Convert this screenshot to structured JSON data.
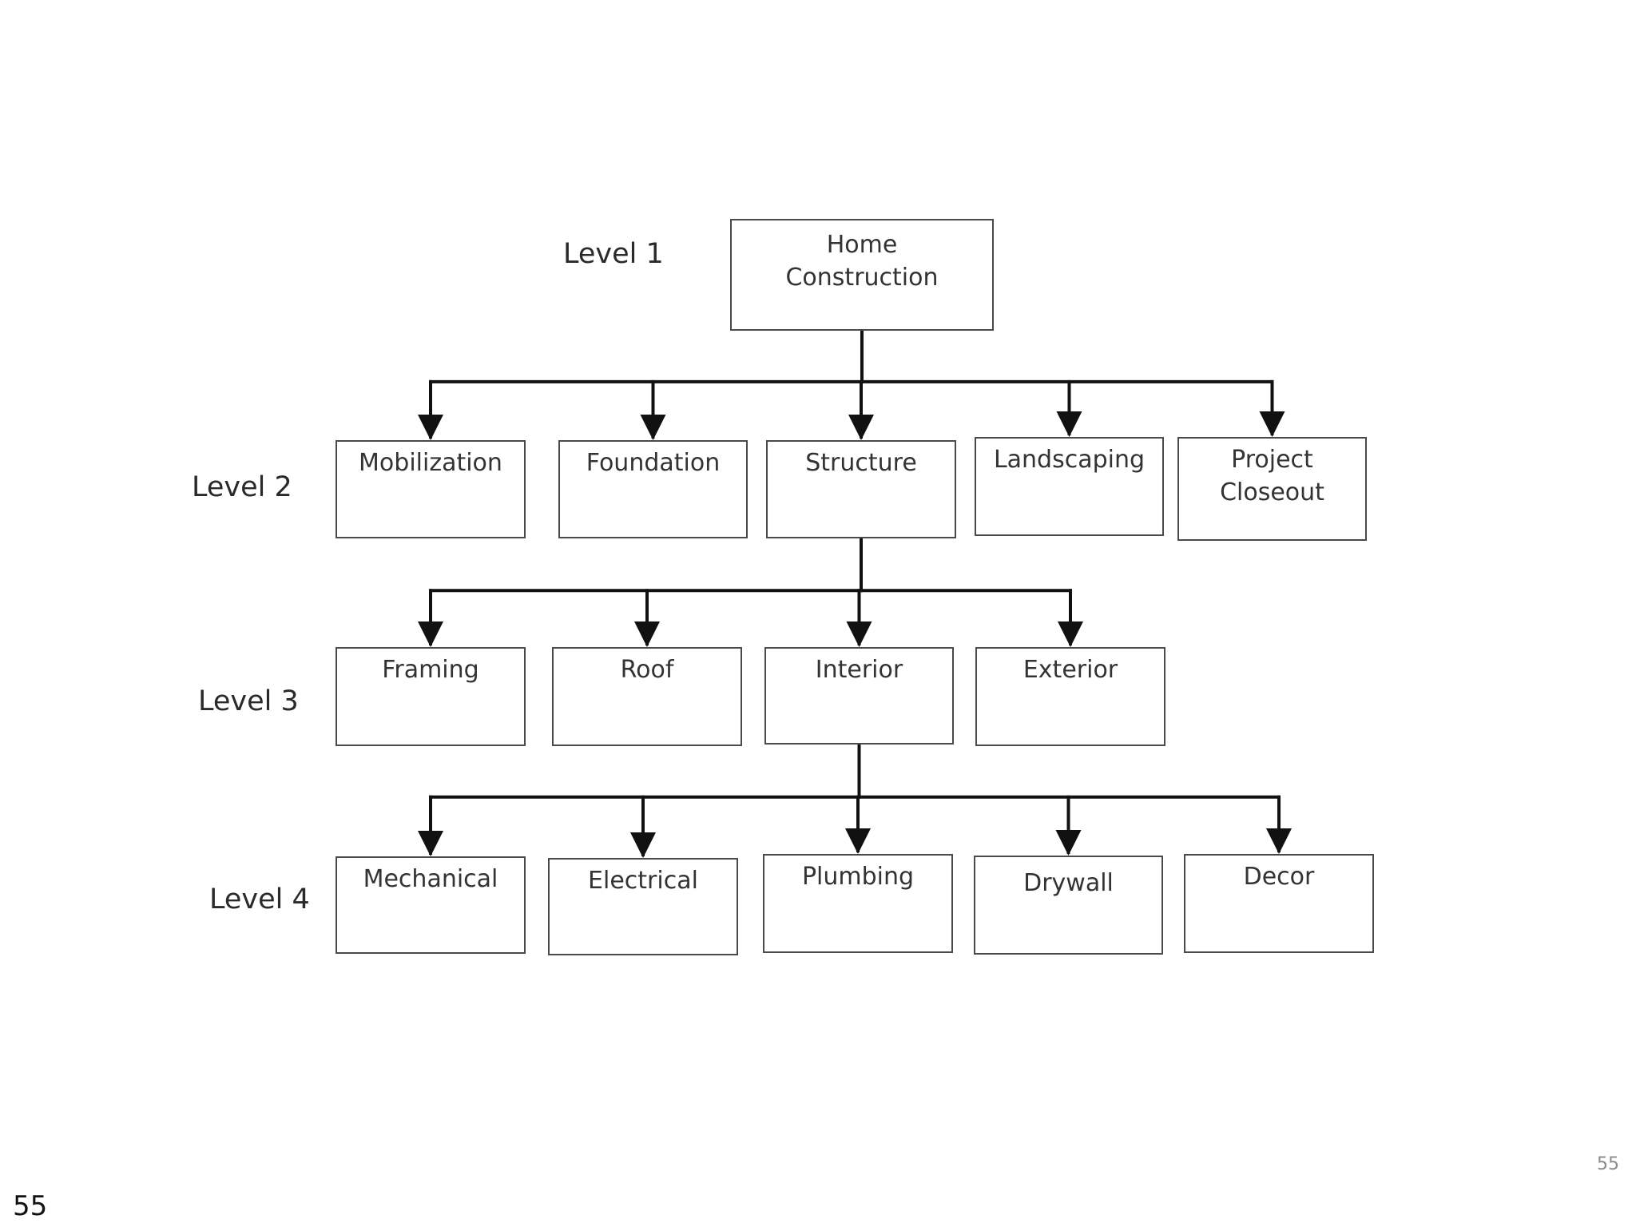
{
  "levels": [
    "Level 1",
    "Level 2",
    "Level 3",
    "Level 4"
  ],
  "nodes": {
    "root": "Home\nConstruction",
    "mobilization": "Mobilization",
    "foundation": "Foundation",
    "structure": "Structure",
    "landscaping": "Landscaping",
    "project_closeout": "Project\nCloseout",
    "framing": "Framing",
    "roof": "Roof",
    "interior": "Interior",
    "exterior": "Exterior",
    "mechanical": "Mechanical",
    "electrical": "Electrical",
    "plumbing": "Plumbing",
    "drywall": "Drywall",
    "decor": "Decor"
  },
  "edges": [
    {
      "from": "root",
      "to": [
        "mobilization",
        "foundation",
        "structure",
        "landscaping",
        "project_closeout"
      ]
    },
    {
      "from": "structure",
      "to": [
        "framing",
        "roof",
        "interior",
        "exterior"
      ]
    },
    {
      "from": "interior",
      "to": [
        "mechanical",
        "electrical",
        "plumbing",
        "drywall",
        "decor"
      ]
    }
  ],
  "colors": {
    "line": "#111111",
    "box_border": "#4a4a4a"
  },
  "slide_number": "55",
  "footer_number": "55"
}
